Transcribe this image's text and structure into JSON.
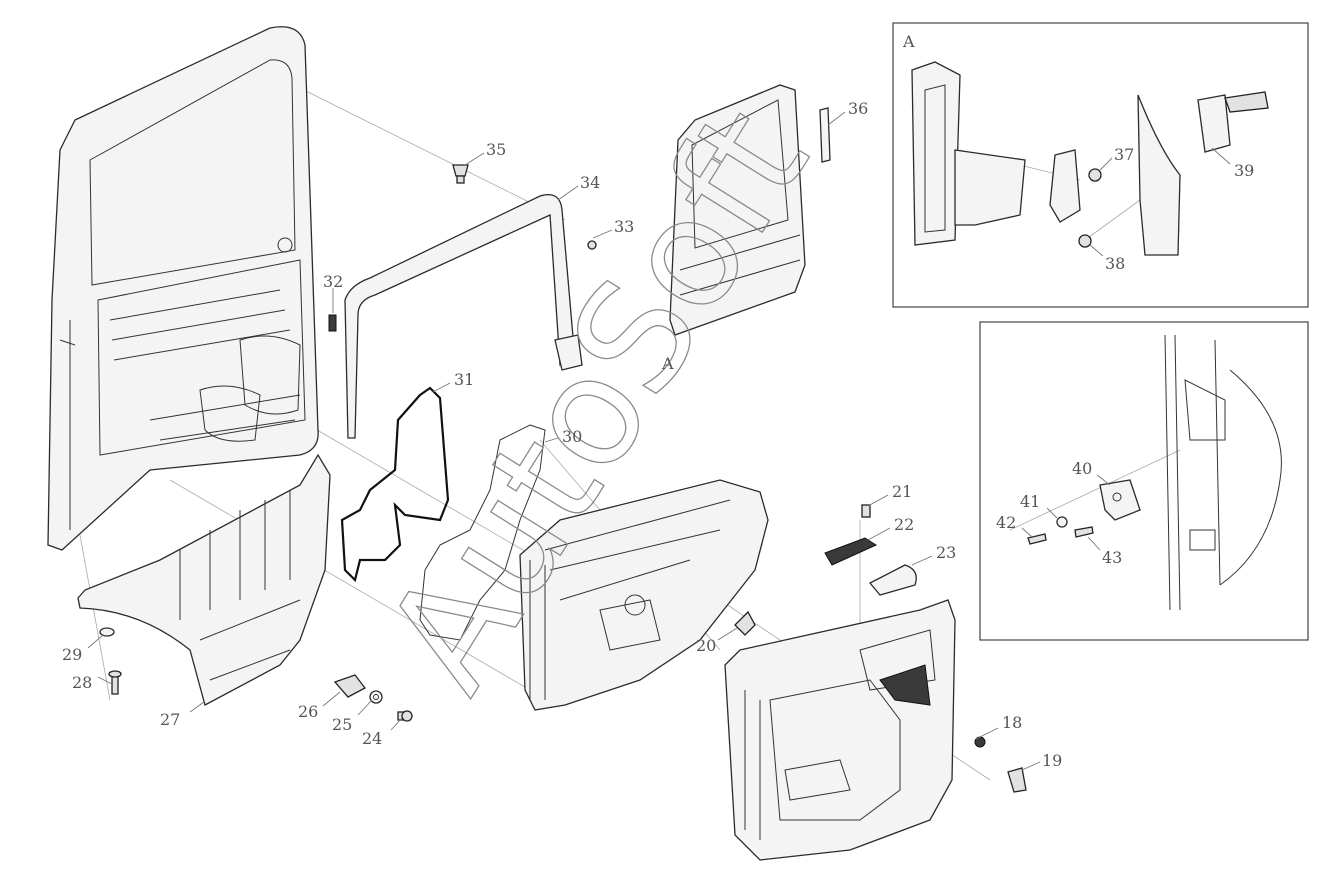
{
  "detail_labels": {
    "a": "A",
    "b": "A"
  },
  "watermark": "AutoSoft",
  "callouts": [
    {
      "id": "c18",
      "text": "18"
    },
    {
      "id": "c19",
      "text": "19"
    },
    {
      "id": "c20",
      "text": "20"
    },
    {
      "id": "c21",
      "text": "21"
    },
    {
      "id": "c22",
      "text": "22"
    },
    {
      "id": "c23",
      "text": "23"
    },
    {
      "id": "c24",
      "text": "24"
    },
    {
      "id": "c25",
      "text": "25"
    },
    {
      "id": "c26",
      "text": "26"
    },
    {
      "id": "c27",
      "text": "27"
    },
    {
      "id": "c28",
      "text": "28"
    },
    {
      "id": "c29",
      "text": "29"
    },
    {
      "id": "c30",
      "text": "30"
    },
    {
      "id": "c31",
      "text": "31"
    },
    {
      "id": "c32",
      "text": "32"
    },
    {
      "id": "c33",
      "text": "33"
    },
    {
      "id": "c34",
      "text": "34"
    },
    {
      "id": "c35",
      "text": "35"
    },
    {
      "id": "c36",
      "text": "36"
    },
    {
      "id": "c37",
      "text": "37"
    },
    {
      "id": "c38",
      "text": "38"
    },
    {
      "id": "c39",
      "text": "39"
    },
    {
      "id": "c40",
      "text": "40"
    },
    {
      "id": "c41",
      "text": "41"
    },
    {
      "id": "c42",
      "text": "42"
    },
    {
      "id": "c43",
      "text": "43"
    }
  ]
}
